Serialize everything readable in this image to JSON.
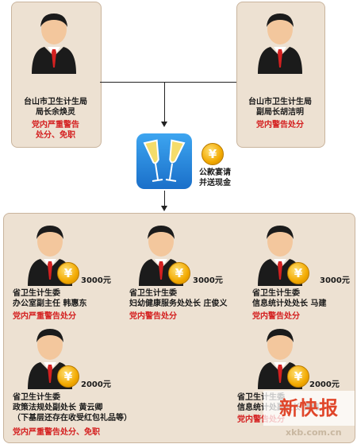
{
  "top_left": {
    "line1": "台山市卫生计生局",
    "line2": "局长余焕灵",
    "penalty_line1": "党内严重警告",
    "penalty_line2": "处分、免职"
  },
  "top_right": {
    "line1": "台山市卫生计生局",
    "line2": "副局长胡洁明",
    "penalty": "党内警告处分"
  },
  "middle": {
    "icon": "champagne-glasses",
    "coin_symbol": "¥",
    "label_line1": "公款宴请",
    "label_line2": "并送现金"
  },
  "people": [
    {
      "amount": "3000元",
      "line1": "省卫生计生委",
      "line2": "办公室副主任 韩惠东",
      "penalty": "党内严重警告处分"
    },
    {
      "amount": "3000元",
      "line1": "省卫生计生委",
      "line2": "妇幼健康服务处处长 庄俊义",
      "penalty": "党内警告处分"
    },
    {
      "amount": "3000元",
      "line1": "省卫生计生委",
      "line2": "信息统计处处长 马建",
      "penalty": "党内警告处分"
    },
    {
      "amount": "2000元",
      "line1": "省卫生计生委",
      "line2": "政策法规处副处长 黄云卿",
      "line3": "（下基层还存在收受红包礼品等）",
      "penalty": "党内严重警告处分、免职"
    },
    {
      "amount": "2000元",
      "line1": "省卫生计生委",
      "line2": "信息统计处副处长 谭炜",
      "penalty": "党内警告处分"
    }
  ],
  "watermark": {
    "logo": "新快报",
    "url": "xkb.com.cn"
  },
  "colors": {
    "panel": "#ede1d2",
    "penalty_red": "#d42020",
    "coin_gold": "#f2a900",
    "tie_red": "#d42020"
  }
}
